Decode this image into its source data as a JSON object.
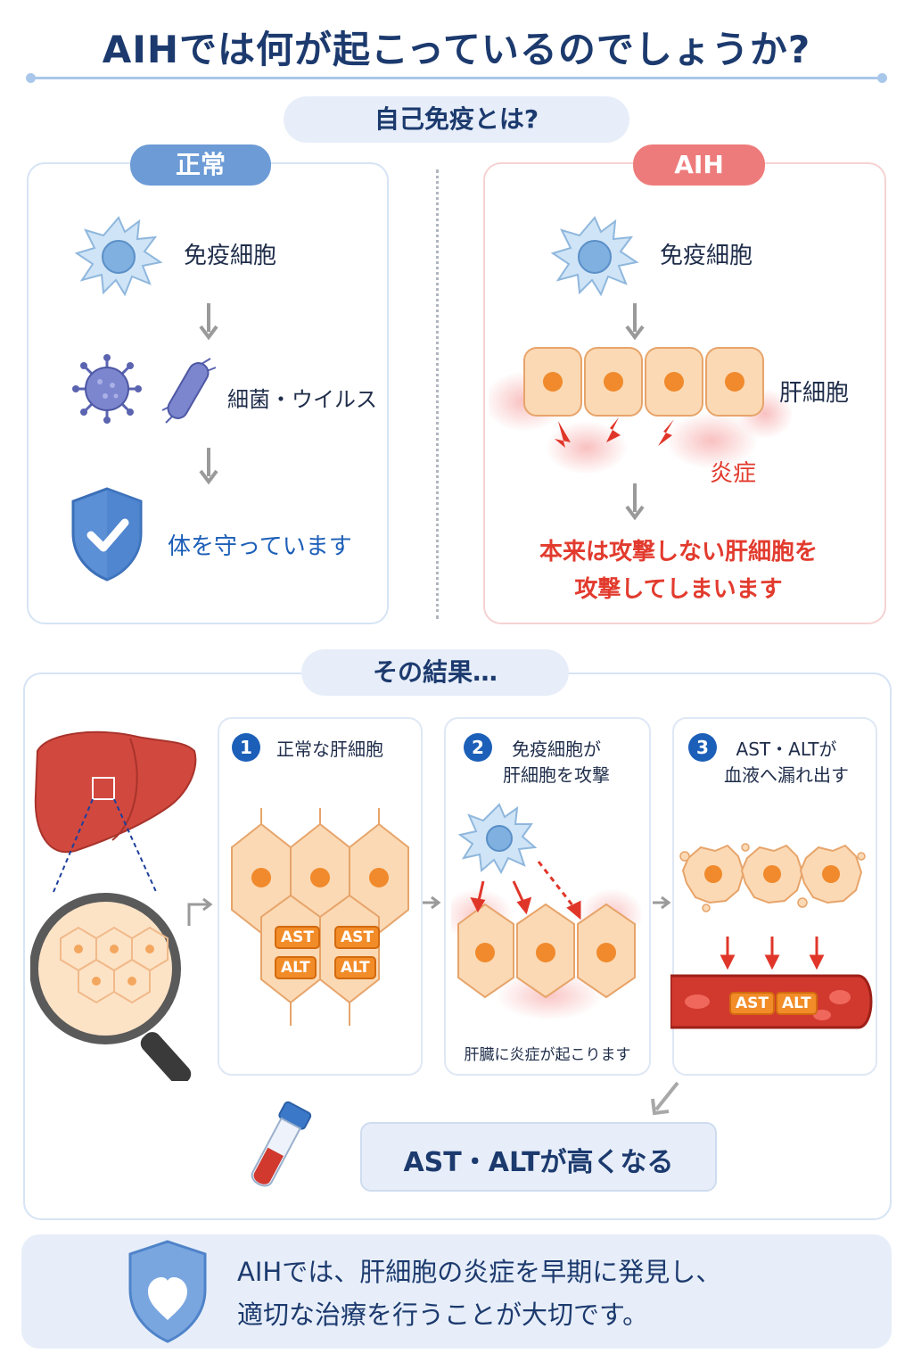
{
  "title": "AIHでは何が起こっているのでしょうか?",
  "section1": {
    "pill": "自己免疫とは?",
    "normal": {
      "tag": "正常",
      "immune_cell": "免疫細胞",
      "pathogen": "細菌・ウイルス",
      "result": "体を守っています"
    },
    "aih": {
      "tag": "AIH",
      "immune_cell": "免疫細胞",
      "liver_cell": "肝細胞",
      "inflammation": "炎症",
      "result_line1": "本来は攻撃しない肝細胞を",
      "result_line2": "攻撃してしまいます"
    }
  },
  "section2": {
    "pill": "その結果…",
    "steps": [
      {
        "num": "1",
        "label": "正常な肝細胞"
      },
      {
        "num": "2",
        "label_line1": "免疫細胞が",
        "label_line2": "肝細胞を攻撃",
        "caption": "肝臓に炎症が起こります"
      },
      {
        "num": "3",
        "label_line1": "AST・ALTが",
        "label_line2": "血液へ漏れ出す"
      }
    ],
    "enzymes": {
      "ast": "AST",
      "alt": "ALT"
    },
    "conclusion": "AST・ALTが高くなる"
  },
  "footer": {
    "line1": "AIHでは、肝細胞の炎症を早期に発見し、",
    "line2": "適切な治療を行うことが大切です。"
  },
  "colors": {
    "navy": "#1c3a6e",
    "blue_tag": "#6c9bd6",
    "red_tag": "#ee7b7b",
    "alert_red": "#e23b2e",
    "cell_orange": "#f6b57a"
  }
}
